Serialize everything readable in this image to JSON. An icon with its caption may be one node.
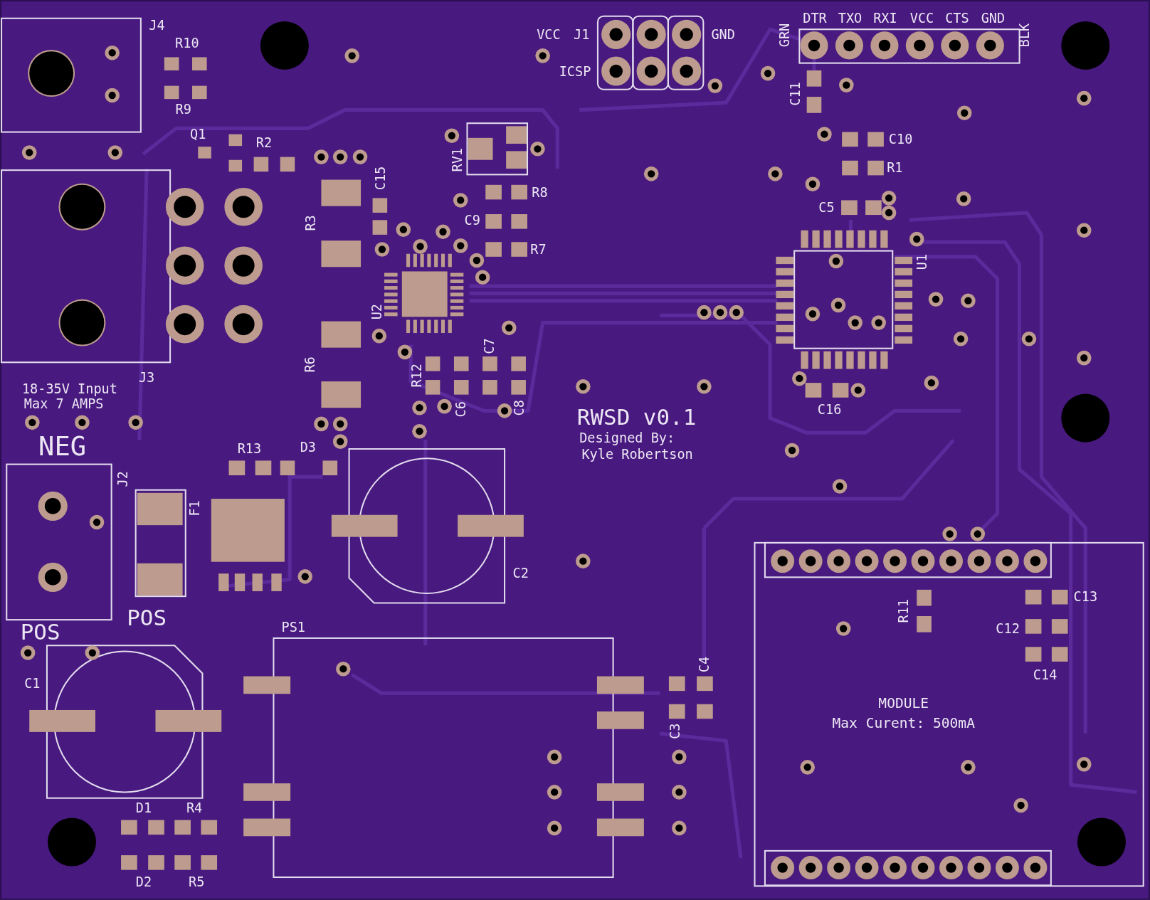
{
  "diagram": {
    "labels": [
      "J4",
      "R10",
      "R9",
      "VCC",
      "J1",
      "ICSP",
      "GND",
      "GRN",
      "DTR",
      "TXO",
      "RXI",
      "VCC",
      "CTS",
      "GND",
      "BLK",
      "C11",
      "Q1",
      "R2",
      "RV1",
      "C15",
      "R3",
      "C10",
      "R1",
      "R8",
      "C9",
      "R7",
      "C5",
      "U1",
      "U2",
      "R6",
      "C7",
      "R12",
      "C6",
      "C8",
      "J3",
      "18-35V Input",
      "Max 7 AMPS",
      "C16",
      "RWSD v0.1",
      "Designed By:",
      "Kyle Robertson",
      "NEG",
      "R13",
      "D3",
      "J2",
      "F1",
      "C2",
      "POS",
      "POS",
      "PS1",
      "C13",
      "R11",
      "C12",
      "C14",
      "C1",
      "C4",
      "C3",
      "MODULE",
      "Max Curent: 500mA",
      "D1",
      "R4",
      "D2",
      "R5"
    ]
  }
}
